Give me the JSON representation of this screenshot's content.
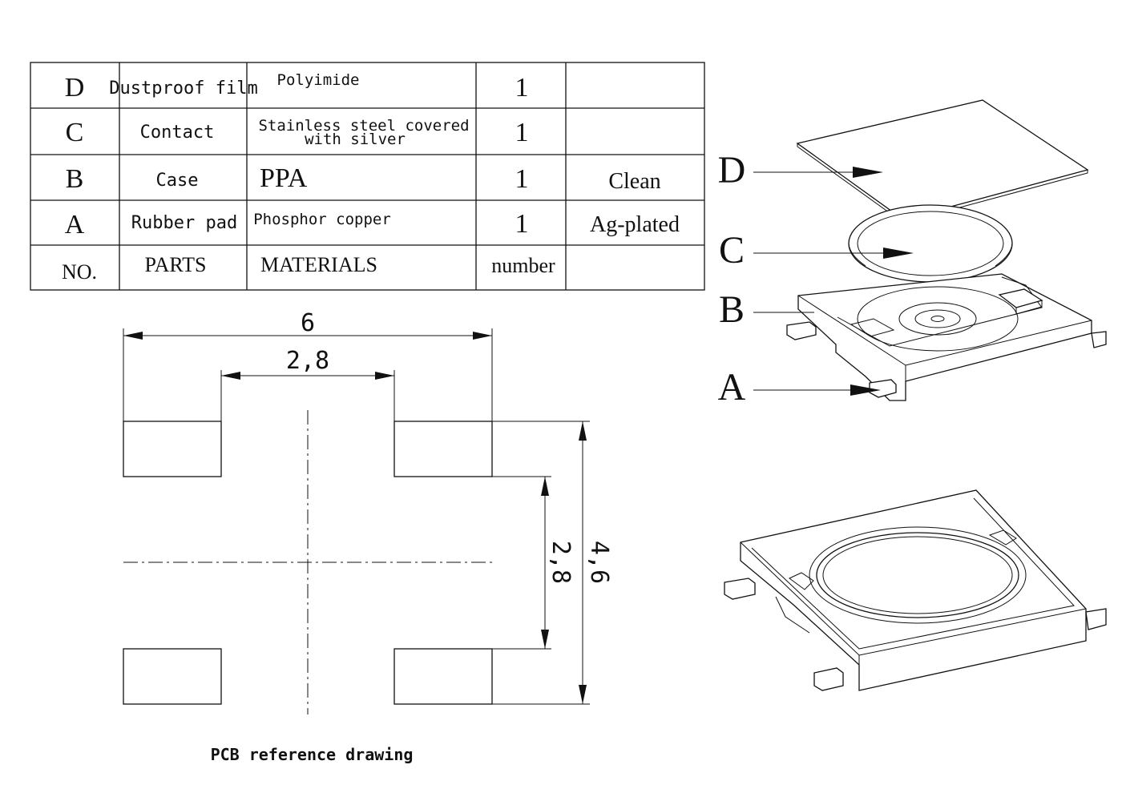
{
  "bom": {
    "rows": [
      {
        "id": "D",
        "part": "Dustproof film",
        "material": "Polyimide",
        "qty": "1",
        "note": ""
      },
      {
        "id": "C",
        "part": "Contact",
        "material_line1": "Stainless steel covered",
        "material_line2": "with silver",
        "qty": "1",
        "note": ""
      },
      {
        "id": "B",
        "part": "Case",
        "material": "PPA",
        "qty": "1",
        "note": "Clean"
      },
      {
        "id": "A",
        "part": "Rubber pad",
        "material": "Phosphor copper",
        "qty": "1",
        "note": "Ag-plated"
      }
    ],
    "header": {
      "no": "NO.",
      "parts": "PARTS",
      "materials": "MATERIALS",
      "number": "number"
    }
  },
  "pcb": {
    "dim_width": "6",
    "dim_inner_width": "2,8",
    "dim_inner_height": "2,8",
    "dim_height": "4,6",
    "caption": "PCB reference drawing"
  },
  "callouts": [
    "D",
    "C",
    "B",
    "A"
  ]
}
